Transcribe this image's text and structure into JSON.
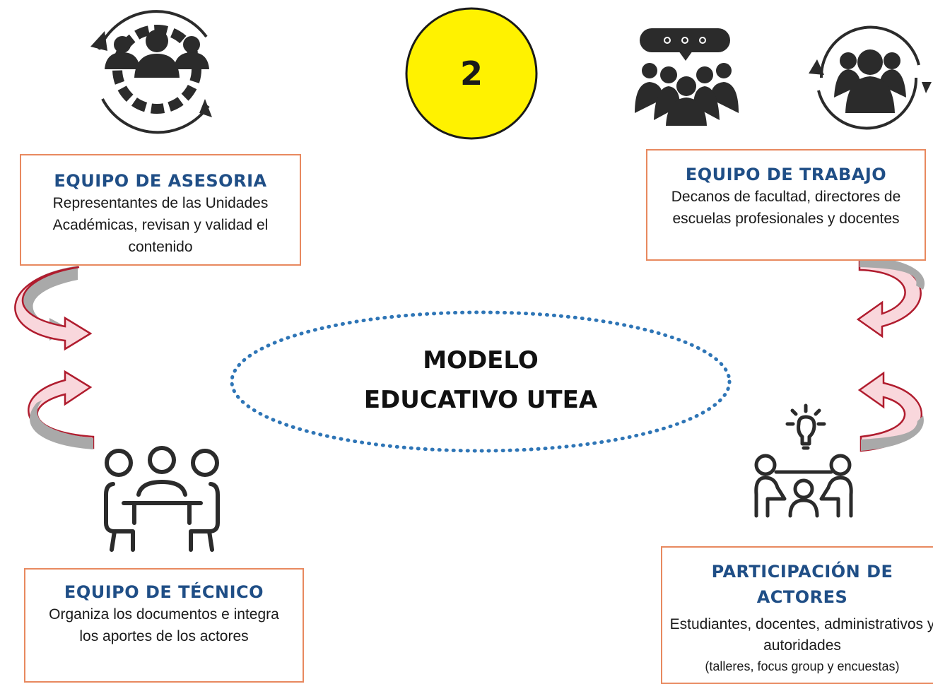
{
  "step_badge": {
    "number": "2",
    "fill_color": "#fff200",
    "stroke_color": "#1a1a1a"
  },
  "center": {
    "title_line1": "MODELO",
    "title_line2": "EDUCATIVO UTEA",
    "ellipse_border_color": "#2e75b6"
  },
  "teams": [
    {
      "title": "EQUIPO DE ASESORIA",
      "description": "Representantes de las Unidades Académicas, revisan y validad el contenido",
      "icon": "team-gear-cycle-icon"
    },
    {
      "title": "EQUIPO DE TRABAJO",
      "description": "Decanos de facultad, directores de escuelas profesionales y docentes",
      "icon": "group-chat-icon"
    },
    {
      "title": "EQUIPO DE TÉCNICO",
      "description": "Organiza los documentos e integra los aportes de los actores",
      "icon": "meeting-table-icon"
    },
    {
      "title": "PARTICIPACIÓN DE ACTORES",
      "description": "Estudiantes, docentes, administrativos y autoridades",
      "note": "(talleres, focus group y encuestas)",
      "icon": "idea-meeting-icon"
    }
  ],
  "extra_icons": [
    "group-cycle-icon"
  ],
  "colors": {
    "title_blue": "#1f4e86",
    "box_border": "#e8895f",
    "icon_dark": "#2b2b2b",
    "arrow_fill": "#f9d7dc",
    "arrow_stroke": "#b01c2e",
    "arrow_shadow": "#a9a9a9"
  }
}
